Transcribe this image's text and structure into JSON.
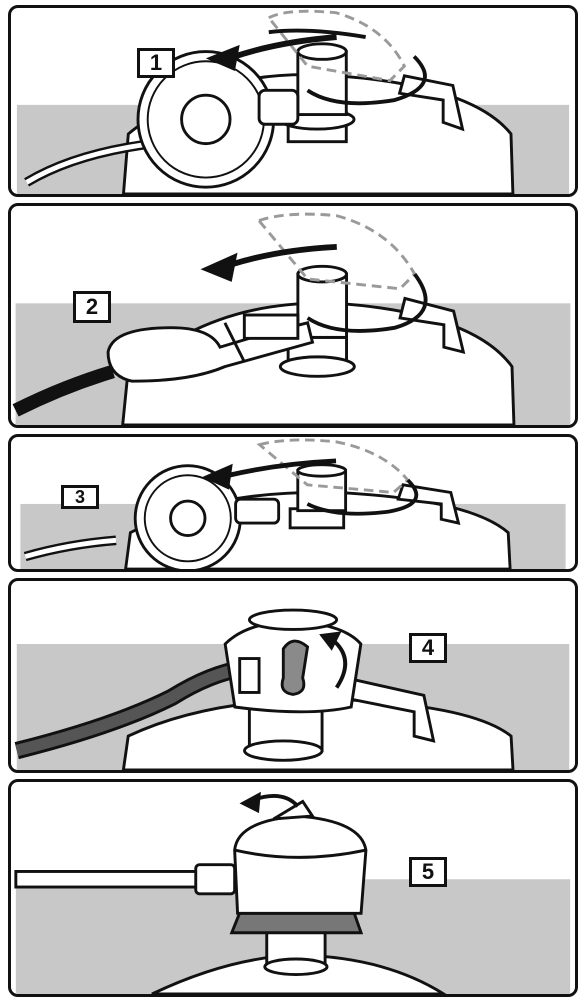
{
  "steps": [
    {
      "number": "1"
    },
    {
      "number": "2"
    },
    {
      "number": "3"
    },
    {
      "number": "4"
    },
    {
      "number": "5"
    }
  ],
  "colors": {
    "outline": "#111111",
    "background_gray": "#c8c8c8",
    "fill_white": "#ffffff",
    "dashed_hand": "#9a9a9a",
    "lever_gray": "#8a8a8a"
  }
}
